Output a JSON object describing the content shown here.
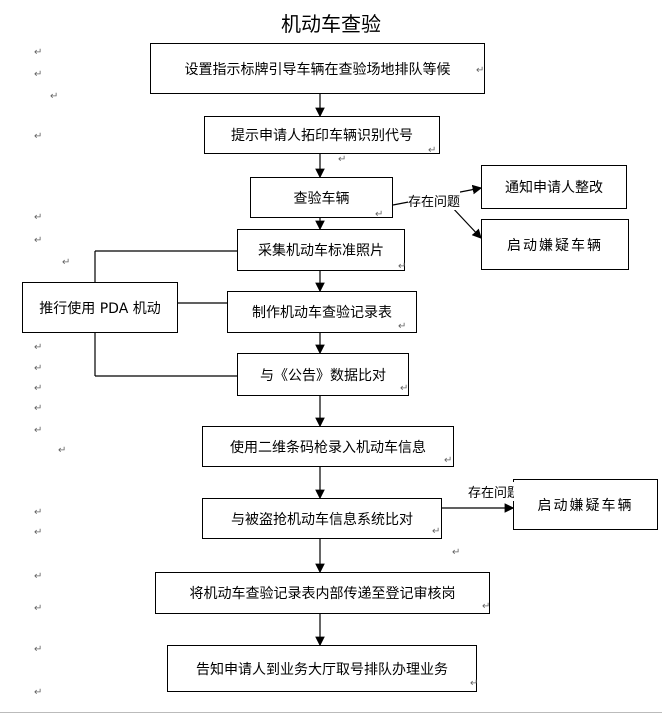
{
  "title": "机动车查验",
  "steps": [
    "设置指示标牌引导车辆在查验场地排队等候",
    "提示申请人拓印车辆识别代号",
    "查验车辆",
    "采集机动车标准照片",
    "制作机动车查验记录表",
    "与《公告》数据比对",
    "使用二维条码枪录入机动车信息",
    "与被盗抢机动车信息系统比对",
    "将机动车查验记录表内部传递至登记审核岗",
    "告知申请人到业务大厅取号排队办理业务"
  ],
  "side": {
    "pda": "推行使用 PDA 机动",
    "notify": "通知申请人整改",
    "suspect1": "启动嫌疑车辆",
    "suspect2": "启动嫌疑车辆"
  },
  "labels": {
    "problem1": "存在问题",
    "problem2": "存在问题"
  },
  "para_mark": "↵"
}
